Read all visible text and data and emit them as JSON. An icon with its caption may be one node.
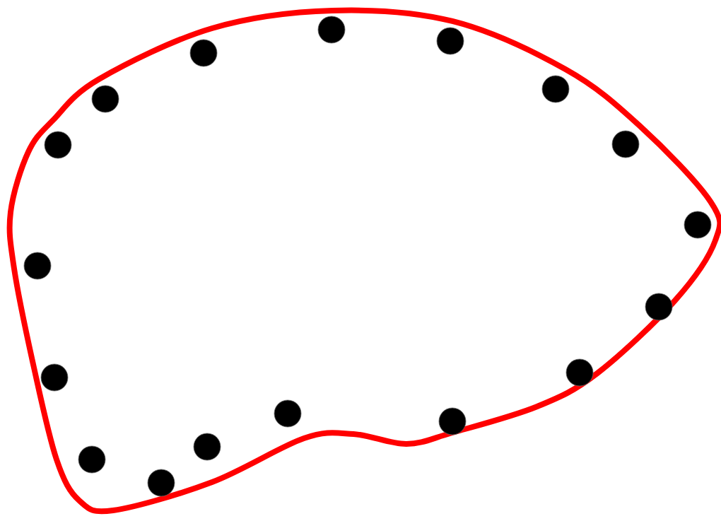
{
  "diagram": {
    "nodes": [
      {
        "text": [],
        "shape": "circle"
      },
      {
        "text": [],
        "shape": "circle"
      },
      {
        "text": [],
        "shape": "circle"
      },
      {
        "text": [],
        "shape": "circle"
      },
      {
        "text": [],
        "shape": "circle"
      },
      {
        "text": [],
        "shape": "circle"
      },
      {
        "text": [],
        "shape": "circle"
      },
      {
        "text": [],
        "shape": "circle"
      },
      {
        "text": [],
        "shape": "circle"
      },
      {
        "text": [],
        "shape": "circle"
      },
      {
        "text": [],
        "shape": "circle"
      },
      {
        "text": [],
        "shape": "circle"
      },
      {
        "text": [],
        "shape": "circle"
      },
      {
        "text": [],
        "shape": "circle"
      },
      {
        "text": [],
        "shape": "circle"
      },
      {
        "text": [],
        "shape": "circle"
      },
      {
        "text": [],
        "shape": "circle"
      }
    ]
  }
}
